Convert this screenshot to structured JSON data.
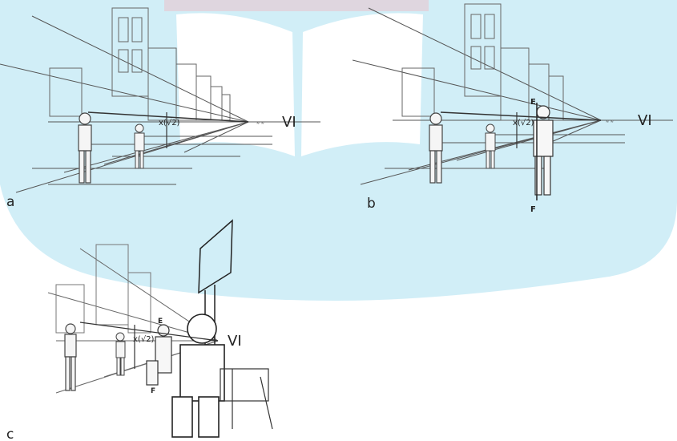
{
  "watermark": {
    "color_light": "#c9ebf6",
    "color_book": "#ffffff",
    "color_accent": "#e7c6cf"
  },
  "panels": [
    {
      "id": "a",
      "label": "a",
      "vp_label": "VI",
      "measure_label": "x(√2)",
      "small_mark": "≈ ≈"
    },
    {
      "id": "b",
      "label": "b",
      "vp_label": "VI",
      "measure_label": "x(√2)",
      "point_e": "E",
      "point_f": "F",
      "small_mark": "≈ ≈"
    },
    {
      "id": "c",
      "label": "c",
      "vp_label": "VI",
      "measure_label": "x(√2)",
      "point_e": "E",
      "point_f": "F"
    }
  ]
}
